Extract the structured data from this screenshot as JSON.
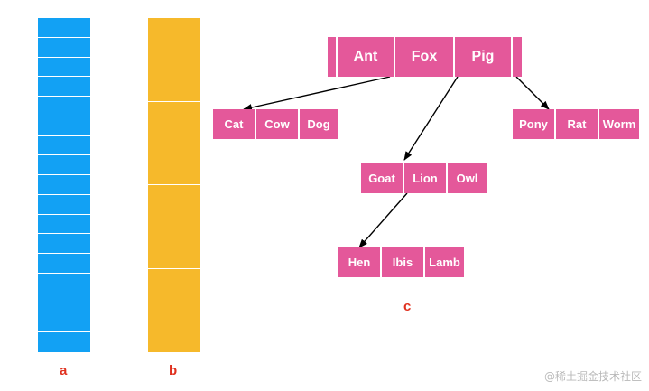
{
  "stack_a": {
    "label": "a",
    "cells": 17,
    "color": "#12A1F4"
  },
  "stack_b": {
    "label": "b",
    "cells": 4,
    "color": "#F6B92B"
  },
  "tree": {
    "label": "c",
    "node_color": "#E4589A",
    "root": {
      "keys": [
        "Ant",
        "Fox",
        "Pig"
      ]
    },
    "child_left": {
      "keys": [
        "Cat",
        "Cow",
        "Dog"
      ]
    },
    "child_middle": {
      "keys": [
        "Goat",
        "Lion",
        "Owl"
      ]
    },
    "child_right": {
      "keys": [
        "Pony",
        "Rat",
        "Worm"
      ]
    },
    "grandchild": {
      "keys": [
        "Hen",
        "Ibis",
        "Lamb"
      ]
    }
  },
  "labels_color": "#E0301E",
  "watermark": "@稀土掘金技术社区"
}
